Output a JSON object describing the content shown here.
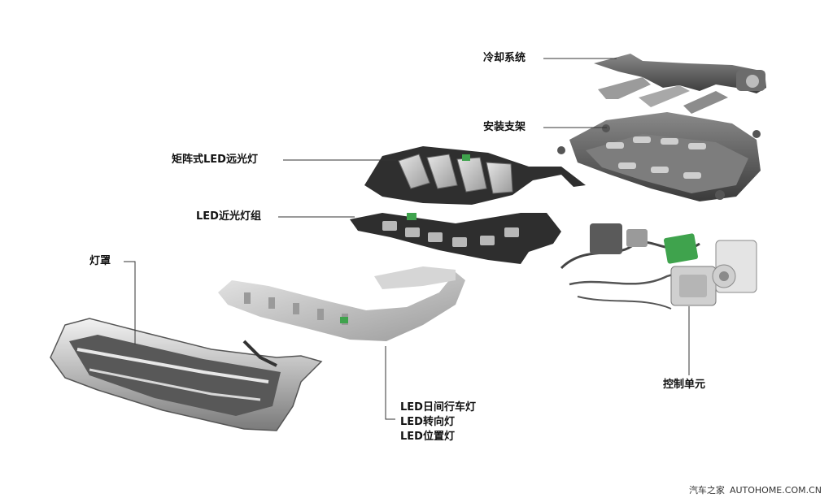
{
  "labels": {
    "cooling": "冷却系统",
    "bracket": "安装支架",
    "matrix": "矩阵式LED远光灯",
    "low_beam": "LED近光灯组",
    "lens": "灯罩",
    "control": "控制单元",
    "drl": "LED日间行车灯",
    "turn": "LED转向灯",
    "position": "LED位置灯"
  },
  "watermark": {
    "brand": "汽车之家",
    "site": "AUTOHOME.COM.CN"
  }
}
